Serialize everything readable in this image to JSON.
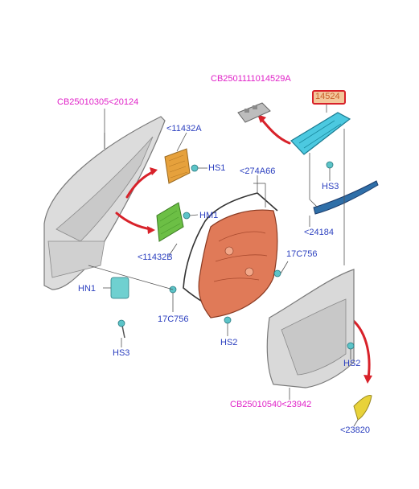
{
  "labels": {
    "cb_top": "CB2501111014529A",
    "cb_left": "CB25010305<20124",
    "cb_bottom": "CB25010540<23942",
    "part_14524": "14524",
    "part_11432a": "<11432A",
    "part_11432b": "<11432B",
    "part_274a66": "<274A66",
    "part_24184": "<24184",
    "part_17c756_right": "17C756",
    "part_17c756_left": "17C756",
    "part_23820": "<23820",
    "hs1": "HS1",
    "hm1": "HM1",
    "hn1": "HN1",
    "hs3_left": "HS3",
    "hs3_right": "HS3",
    "hs2_mid": "HS2",
    "hs2_right": "HS2"
  },
  "colors": {
    "label_blue": "#2b3fbf",
    "label_magenta": "#e021c8",
    "arrow_red": "#d8222a",
    "door_gray": "#d9d9d9",
    "panel_orange": "#e07a58",
    "insulator_yellow": "#e6a13c",
    "insulator_green": "#6cbf45",
    "switch_cyan": "#4cc9e0",
    "trim_blue": "#2f6fa8",
    "handle_yellow": "#e8d23a"
  }
}
